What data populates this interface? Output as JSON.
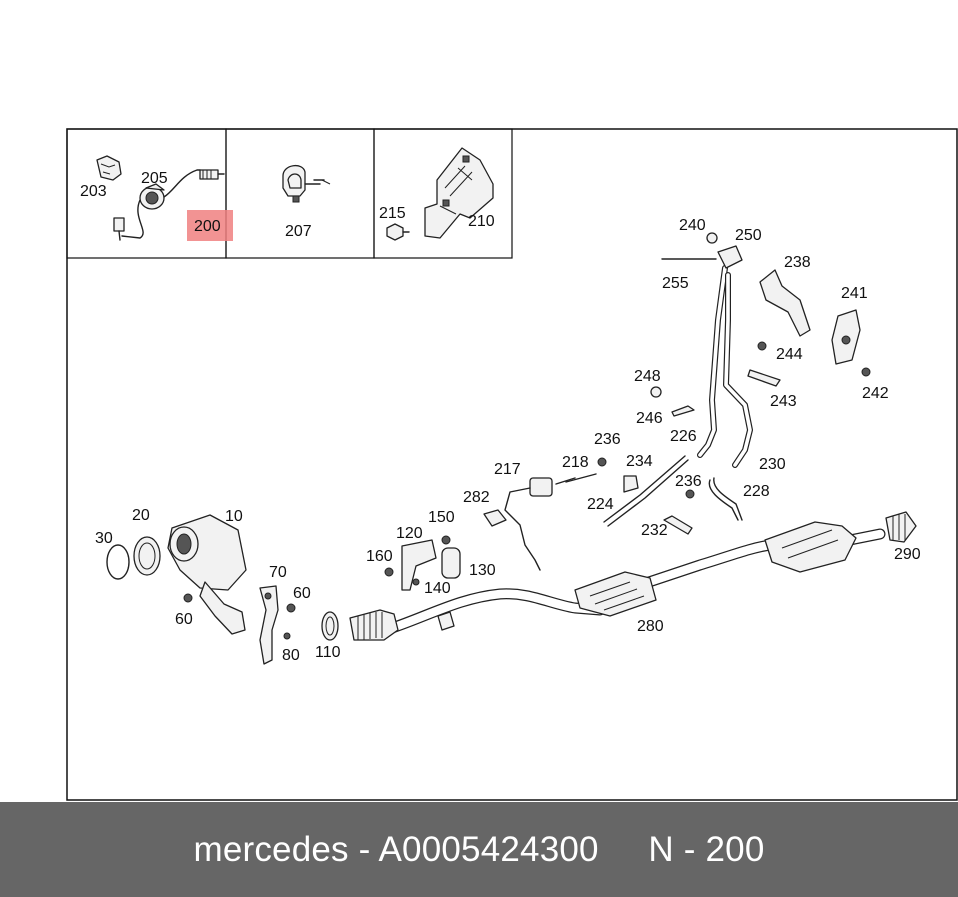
{
  "callouts": [
    {
      "id": "203",
      "text": "203"
    },
    {
      "id": "205",
      "text": "205"
    },
    {
      "id": "200",
      "text": "200"
    },
    {
      "id": "207",
      "text": "207"
    },
    {
      "id": "215",
      "text": "215"
    },
    {
      "id": "210",
      "text": "210"
    },
    {
      "id": "240",
      "text": "240"
    },
    {
      "id": "250",
      "text": "250"
    },
    {
      "id": "238",
      "text": "238"
    },
    {
      "id": "255",
      "text": "255"
    },
    {
      "id": "241",
      "text": "241"
    },
    {
      "id": "244",
      "text": "244"
    },
    {
      "id": "242",
      "text": "242"
    },
    {
      "id": "248",
      "text": "248"
    },
    {
      "id": "243",
      "text": "243"
    },
    {
      "id": "246",
      "text": "246"
    },
    {
      "id": "226",
      "text": "226"
    },
    {
      "id": "236a",
      "text": "236"
    },
    {
      "id": "230",
      "text": "230"
    },
    {
      "id": "217",
      "text": "217"
    },
    {
      "id": "218",
      "text": "218"
    },
    {
      "id": "234",
      "text": "234"
    },
    {
      "id": "282",
      "text": "282"
    },
    {
      "id": "224",
      "text": "224"
    },
    {
      "id": "236b",
      "text": "236"
    },
    {
      "id": "228",
      "text": "228"
    },
    {
      "id": "150",
      "text": "150"
    },
    {
      "id": "120",
      "text": "120"
    },
    {
      "id": "232",
      "text": "232"
    },
    {
      "id": "20",
      "text": "20"
    },
    {
      "id": "10",
      "text": "10"
    },
    {
      "id": "30",
      "text": "30"
    },
    {
      "id": "160",
      "text": "160"
    },
    {
      "id": "130",
      "text": "130"
    },
    {
      "id": "140",
      "text": "140"
    },
    {
      "id": "70",
      "text": "70"
    },
    {
      "id": "60a",
      "text": "60"
    },
    {
      "id": "60b",
      "text": "60"
    },
    {
      "id": "280",
      "text": "280"
    },
    {
      "id": "290",
      "text": "290"
    },
    {
      "id": "110",
      "text": "110"
    },
    {
      "id": "80",
      "text": "80"
    }
  ],
  "highlight": {
    "part": "200",
    "color": "#f08080"
  },
  "footer": {
    "text": "mercedes - A0005424300     N - 200"
  }
}
